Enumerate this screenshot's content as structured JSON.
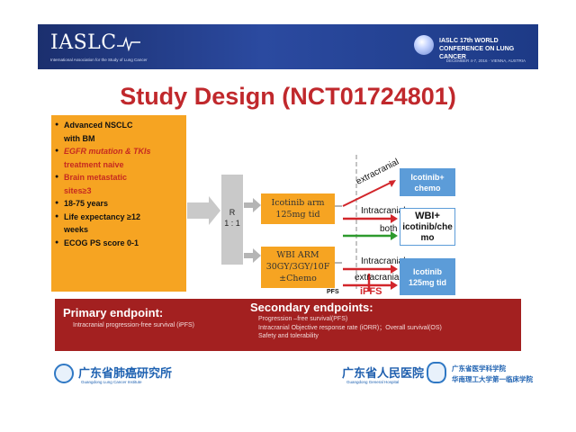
{
  "header": {
    "logo": "IASLC",
    "logo_sub": "International Association for the Study of Lung Cancer",
    "conference": "IASLC 17th WORLD CONFERENCE ON LUNG CANCER",
    "conference_sub": "DECEMBER 4-7, 2016 · VIENNA, AUSTRIA"
  },
  "title": "Study Design (NCT01724801)",
  "criteria": [
    {
      "text": "Advanced  NSCLC",
      "emphasis": false
    },
    {
      "text": "with BM",
      "emphasis": false,
      "continuation": true
    },
    {
      "text": "EGFR mutation & TKIs",
      "emphasis": true
    },
    {
      "text": "treatment naive",
      "emphasis": true,
      "continuation": true
    },
    {
      "text": "Brain metastatic",
      "emphasis": true
    },
    {
      "text": "sites≥3",
      "emphasis": true,
      "continuation": true
    },
    {
      "text": "18-75 years",
      "emphasis": false
    },
    {
      "text": "Life expectancy ≥12",
      "emphasis": false
    },
    {
      "text": "weeks",
      "emphasis": false,
      "continuation": true
    },
    {
      "text": "ECOG PS score 0-1",
      "emphasis": false
    }
  ],
  "randomization": {
    "line1": "R",
    "line2": "1 : 1"
  },
  "arms": [
    {
      "line1": "Icotinib arm",
      "line2": "125mg tid"
    },
    {
      "line1": "WBI ARM",
      "line2": "30GY/3GY/10F",
      "line3": "±Chemo"
    }
  ],
  "outcomes": [
    {
      "line1": "Icotinib+",
      "line2": "chemo"
    },
    {
      "line1": "WBI+",
      "line2": "icotinib/che",
      "line3": "mo"
    },
    {
      "line1": "Icotinib",
      "line2": "125mg tid"
    }
  ],
  "progression_labels": {
    "extracranial_top": "extracranial",
    "intracranial_top": "Intracranial",
    "both": "both",
    "intracranial_bottom": "Intracranial",
    "extracranial_bottom": "extracranial",
    "ipfs": "iPFS",
    "pfs": "PFS"
  },
  "endpoints": {
    "primary_title": "Primary endpoint:",
    "primary_text": "Intracranial progression-free survival (iPFS)",
    "secondary_title": "Secondary endpoints:",
    "secondary_items": [
      "Progression –free survival(PFS)",
      "Intracranial Objective response rate (iORR)；Overall survival(OS)",
      "Safety and tolerability"
    ]
  },
  "footer": {
    "left_logo_cn": "广东省肺癌研究所",
    "left_logo_en": "Guangdong Lung Cancer Institute",
    "right_logo_cn": "广东省人民医院",
    "right_logo_en": "Guangdong General Hospital",
    "right_logo2_cn_1": "广东省医学科学院",
    "right_logo2_cn_2": "华南理工大学第一临床学院"
  },
  "colors": {
    "title_red": "#c0282c",
    "criteria_orange": "#f6a422",
    "outcome_blue": "#5c9cd8",
    "endpoint_red": "#a32020",
    "arrow_red": "#d2262b",
    "arrow_green": "#2d9a2d",
    "header_navy": "#1b2f6e"
  }
}
